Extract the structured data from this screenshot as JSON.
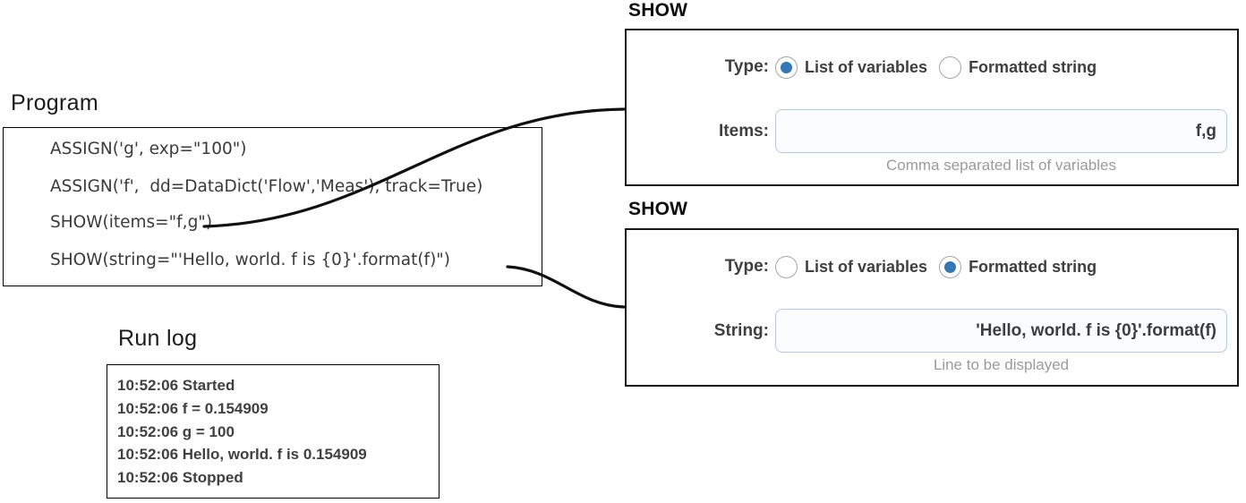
{
  "program": {
    "title": "Program",
    "lines": [
      "ASSIGN('g', exp=\"100\")",
      "ASSIGN('f',  dd=DataDict('Flow','Meas'), track=True)",
      "SHOW(items=\"f,g\")",
      "SHOW(string=\"'Hello, world. f is {0}'.format(f)\")"
    ]
  },
  "run_log": {
    "title": "Run log",
    "entries": [
      "10:52:06 Started",
      "10:52:06 f = 0.154909",
      "10:52:06 g = 100",
      "10:52:06 Hello, world. f is 0.154909",
      "10:52:06 Stopped"
    ]
  },
  "panels": [
    {
      "title": "SHOW",
      "type_label": "Type:",
      "options": [
        {
          "label": "List of variables",
          "selected": true
        },
        {
          "label": "Formatted string",
          "selected": false
        }
      ],
      "field": {
        "label": "Items:",
        "value": "f,g",
        "help": "Comma separated list of variables"
      }
    },
    {
      "title": "SHOW",
      "type_label": "Type:",
      "options": [
        {
          "label": "List of variables",
          "selected": false
        },
        {
          "label": "Formatted string",
          "selected": true
        }
      ],
      "field": {
        "label": "String:",
        "value": "'Hello, world. f is {0}'.format(f)",
        "help": "Line to be displayed"
      }
    }
  ],
  "colors": {
    "radio_selected": "#3477b4",
    "input_border": "#b3c9e6",
    "input_bg": "#fafcfe",
    "panel_border": "#161616",
    "connector": "#111111"
  }
}
